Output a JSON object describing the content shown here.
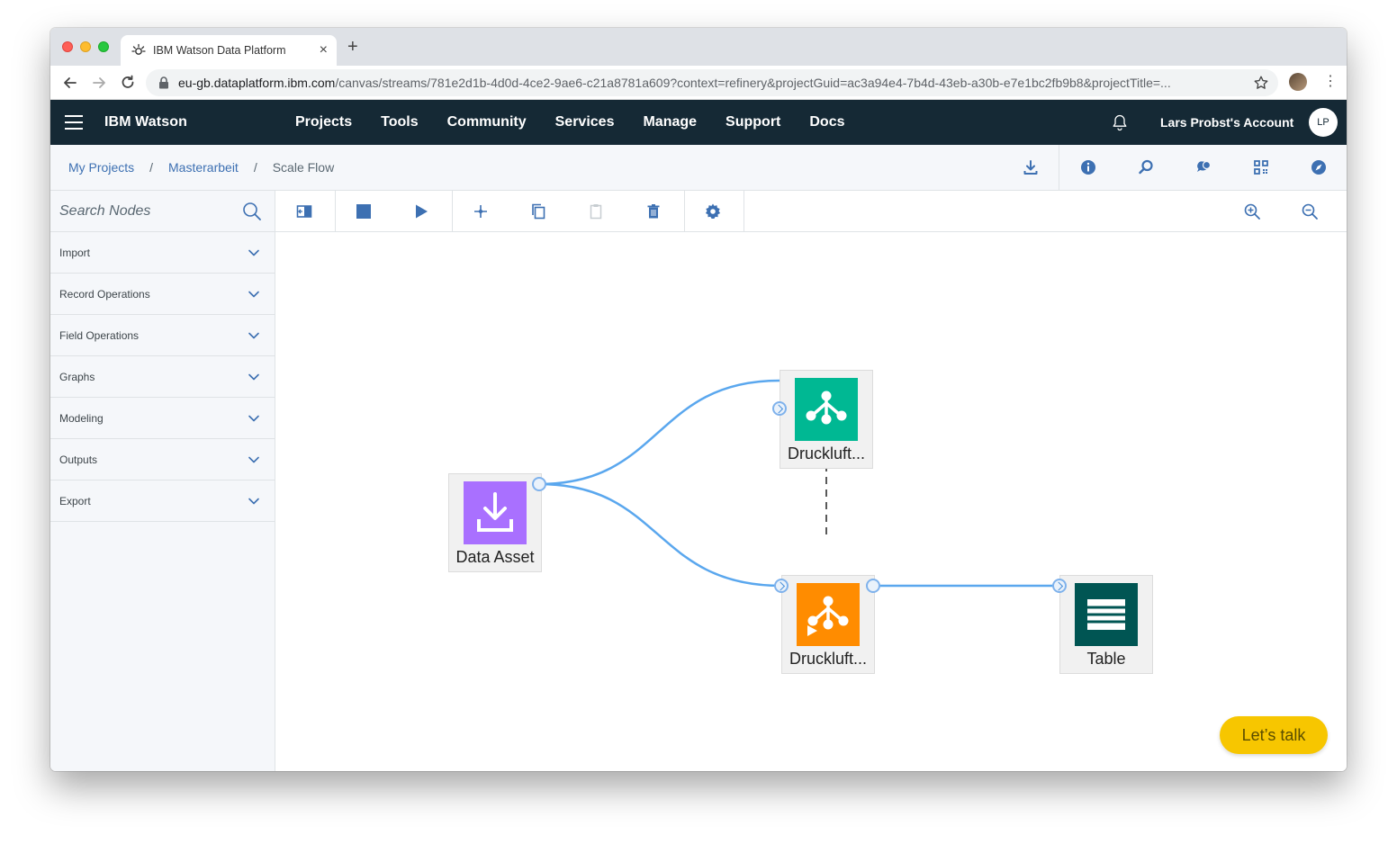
{
  "browser": {
    "tab_title": "IBM Watson Data Platform",
    "tab_close": "×",
    "new_tab": "+",
    "url_host": "eu-gb.dataplatform.ibm.com",
    "url_path": "/canvas/streams/781e2d1b-4d0d-4ce2-9ae6-c21a8781a609?context=refinery&projectGuid=ac3a94e4-7b4d-43eb-a30b-e7e1bc2fb9b8&projectTitle=...",
    "menu": "⋮"
  },
  "header": {
    "brand": "IBM Watson",
    "nav": [
      "Projects",
      "Tools",
      "Community",
      "Services",
      "Manage",
      "Support",
      "Docs"
    ],
    "account": "Lars Probst's Account",
    "avatar_initials": "LP"
  },
  "breadcrumb": {
    "items": [
      "My Projects",
      "Masterarbeit"
    ],
    "separator": "/",
    "current": "Scale Flow"
  },
  "palette": {
    "search_placeholder": "Search Nodes",
    "categories": [
      "Import",
      "Record Operations",
      "Field Operations",
      "Graphs",
      "Modeling",
      "Outputs",
      "Export"
    ]
  },
  "canvas": {
    "nodes": [
      {
        "label": "Data Asset",
        "color": "#a970ff"
      },
      {
        "label": "Druckluft...",
        "color": "#00b893"
      },
      {
        "label": "Druckluft...",
        "color": "#ff8c00"
      },
      {
        "label": "Table",
        "color": "#005553"
      }
    ],
    "link_color": "#5aa7ee"
  },
  "chat_button": "Let’s talk"
}
